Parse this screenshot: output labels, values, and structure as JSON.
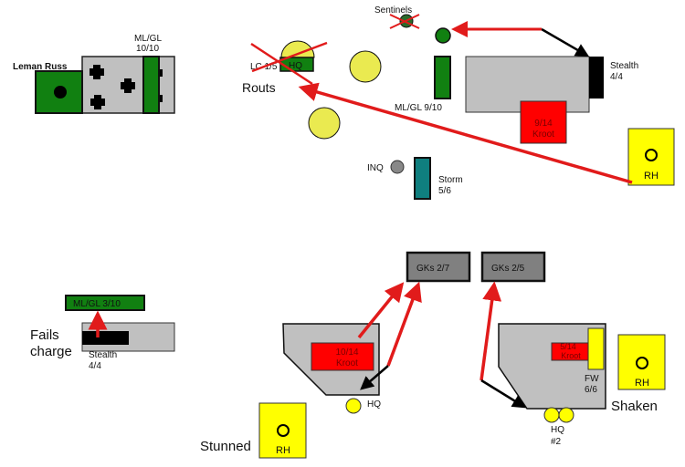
{
  "colors": {
    "vehicle": "#c0c0c0",
    "guard": "#118011",
    "kroot": "#ff0000",
    "objective": "#ffff00",
    "model": "#eaea50",
    "gk": "#808080",
    "storm": "#0f7f7f",
    "arrow": "#e11b1b",
    "move": "#000000"
  },
  "top": {
    "leman_russ": "Leman Russ",
    "mlgl_left": [
      "ML/GL",
      "10/10"
    ],
    "lc_label": "LC 1/5",
    "hq_label": "HQ",
    "routs": "Routs",
    "sentinels": "Sentinels",
    "mlgl_mid": "ML/GL 9/10",
    "stealth": [
      "Stealth",
      "4/4"
    ],
    "kroot": [
      "9/14",
      "Kroot"
    ],
    "rh": "RH",
    "inq": "INQ",
    "storm": [
      "Storm",
      "5/6"
    ]
  },
  "bottom": {
    "mlgl": "ML/GL 3/10",
    "fails_charge": [
      "Fails",
      "charge"
    ],
    "stealth": [
      "Stealth",
      "4/4"
    ],
    "gks_a": "GKs 2/7",
    "gks_b": "GKs 2/5",
    "kroot_left": [
      "10/14",
      "Kroot"
    ],
    "hq_left": "HQ",
    "kroot_right": [
      "5/14",
      "Kroot"
    ],
    "fw": [
      "FW",
      "6/6"
    ],
    "hq_right": [
      "HQ",
      "#2"
    ],
    "shaken": "Shaken",
    "rh_right": "RH",
    "rh_bottom": "RH",
    "stunned": "Stunned"
  }
}
